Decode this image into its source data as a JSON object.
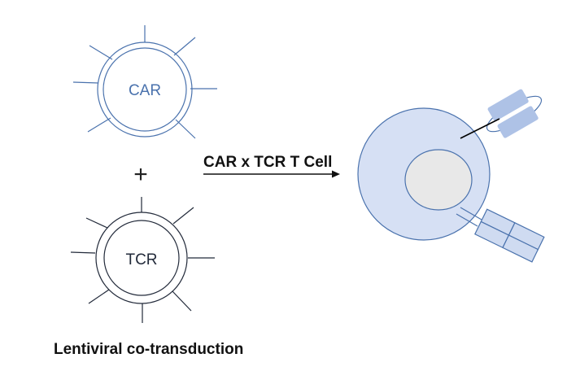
{
  "labels": {
    "car_vector": "CAR",
    "tcr_vector": "TCR",
    "plus": "+",
    "arrow": "CAR x TCR T Cell",
    "caption": "Lentiviral co-transduction"
  },
  "colors": {
    "car_stroke": "#4a72ad",
    "tcr_stroke": "#222a3a",
    "cell_fill": "#d6e0f4",
    "cell_stroke": "#4a72ad",
    "nucleus_fill": "#e8e8e8",
    "receptor_fill": "#aec2e6",
    "receptor_light_fill": "#cfdbf1",
    "receptor_stroke": "#4a72ad",
    "arrow": "#111111"
  },
  "icons": {
    "car_vector": "lentivirus-particle-icon",
    "tcr_vector": "lentivirus-particle-icon",
    "cell": "t-cell-icon",
    "car_receptor": "car-receptor-icon",
    "tcr_receptor": "tcr-receptor-icon"
  }
}
